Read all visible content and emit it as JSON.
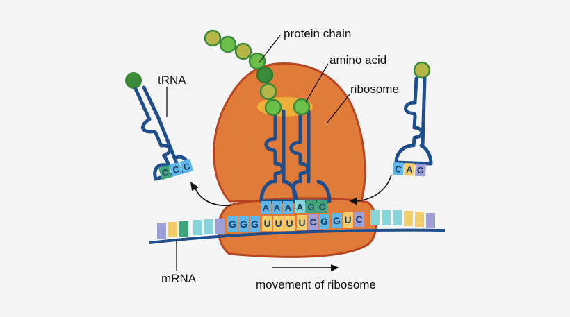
{
  "labels": {
    "protein_chain": "protein chain",
    "amino_acid": "amino acid",
    "ribosome": "ribosome",
    "trna": "tRNA",
    "mrna": "mRNA",
    "movement": "movement of ribosome"
  },
  "left_trna_anticodon": [
    "C",
    "C",
    "C"
  ],
  "right_trna_anticodon": [
    "C",
    "A",
    "G"
  ],
  "ribosome_trna_1_anticodon": [
    "A",
    "A",
    "A"
  ],
  "ribosome_trna_2_anticodon": [
    "A",
    "G",
    "C"
  ],
  "mrna_codons": [
    "G",
    "G",
    "G",
    "U",
    "U",
    "U",
    "U",
    "C",
    "G",
    "G",
    "U",
    "C"
  ],
  "colors": {
    "ribosome": "#e07b39",
    "ribosome_outline": "#b8451f",
    "trna": "#1f4e8c",
    "amino_acid": "#6cc04a",
    "amino_acid_alt": "#b5b548",
    "amino_acid_dark": "#3a8a3a",
    "base_blue": "#5bb8e8",
    "base_teal": "#88d4d8",
    "base_yellow": "#f3cd6a",
    "base_purple": "#9d9fd6",
    "base_green": "#3fa27a"
  }
}
